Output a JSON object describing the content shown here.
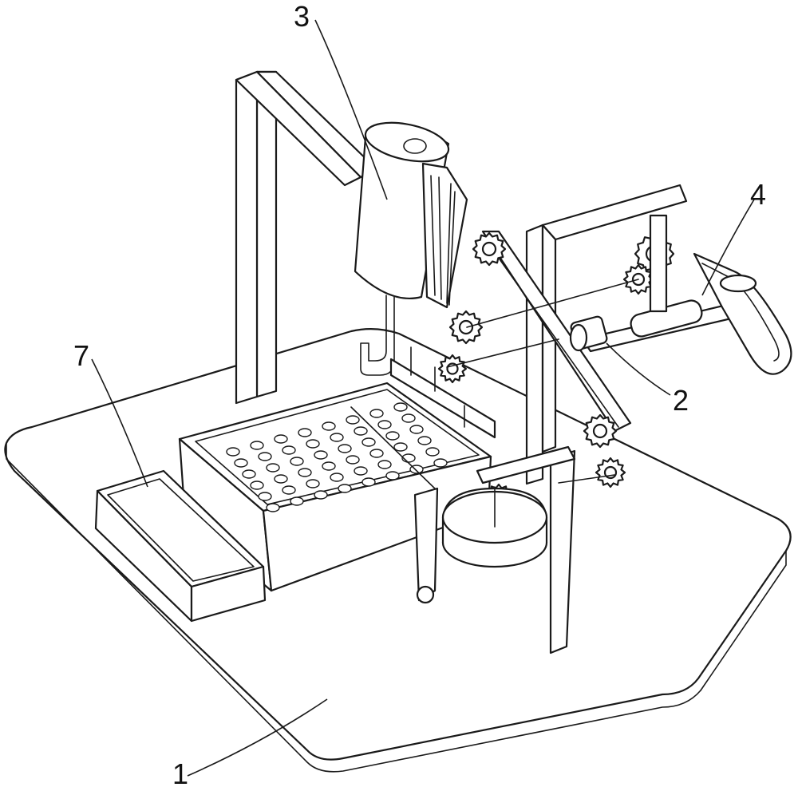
{
  "callouts": [
    {
      "id": "base",
      "label": "1"
    },
    {
      "id": "motor",
      "label": "2"
    },
    {
      "id": "hopper",
      "label": "3"
    },
    {
      "id": "crank-guide",
      "label": "4"
    },
    {
      "id": "collection-box",
      "label": "7"
    }
  ],
  "colors": {
    "line": "#1a1a1a",
    "background": "#ffffff"
  }
}
